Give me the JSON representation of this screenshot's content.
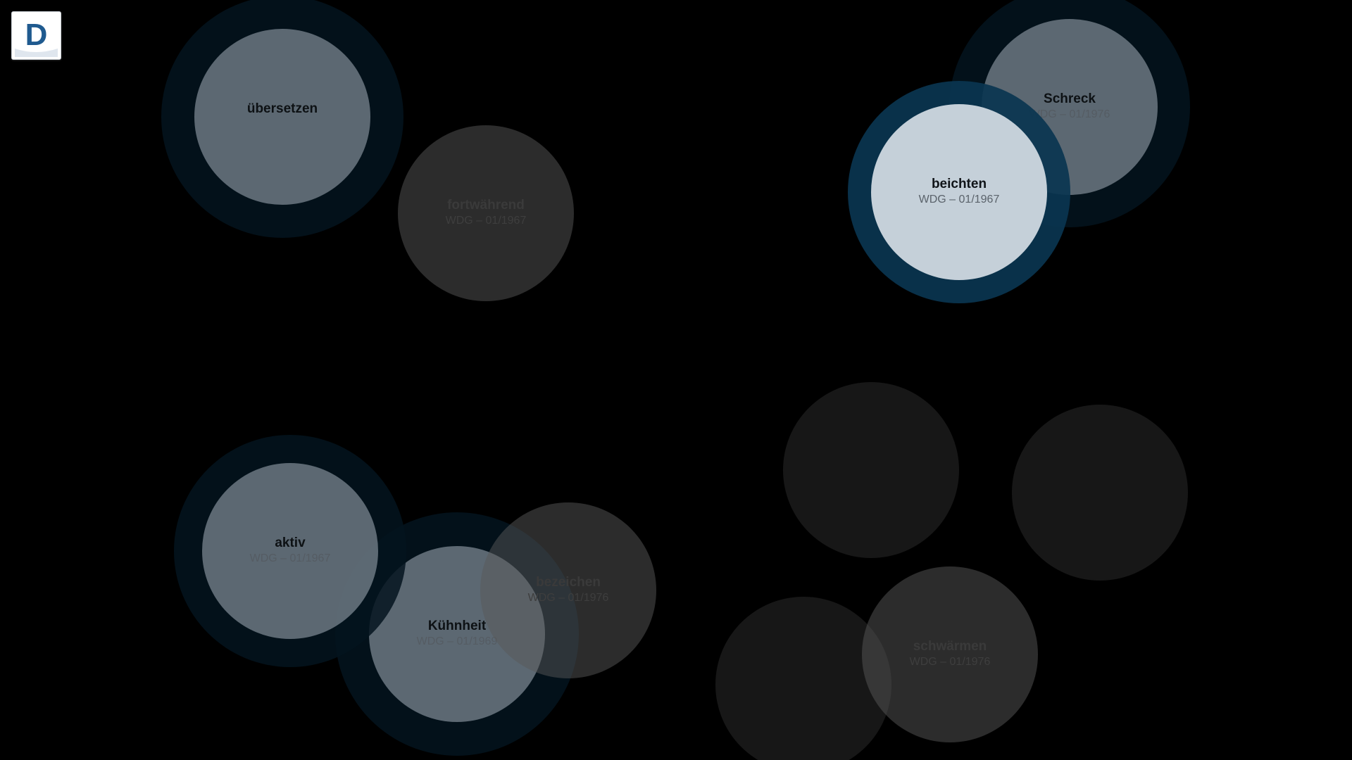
{
  "logo": {
    "letter": "D",
    "icon": "dwds-logo-icon",
    "colors": {
      "letter": "#1f5a8f",
      "background": "#ffffff"
    }
  },
  "colors": {
    "background": "#000000",
    "ring_selected": "#0a3550",
    "ring_dim": "#03141f"
  },
  "bubbles": [
    {
      "id": "uebersetzen",
      "word": "übersetzen",
      "meta": "",
      "state": "ringed"
    },
    {
      "id": "fortwaehrend",
      "word": "fortwährend",
      "meta": "WDG – 01/1967",
      "state": "dim"
    },
    {
      "id": "schreck",
      "word": "Schreck",
      "meta": "WDG – 01/1976",
      "state": "ringed"
    },
    {
      "id": "beichten",
      "word": "beichten",
      "meta": "WDG – 01/1967",
      "state": "selected"
    },
    {
      "id": "aktiv",
      "word": "aktiv",
      "meta": "WDG – 01/1967",
      "state": "ringed"
    },
    {
      "id": "kuehnheit",
      "word": "Kühnheit",
      "meta": "WDG – 01/1969",
      "state": "ringed"
    },
    {
      "id": "bubble-7",
      "word": "bezeichen",
      "meta": "WDG – 01/1976",
      "state": "dim"
    },
    {
      "id": "bubble-8",
      "word": "",
      "meta": "",
      "state": "faded"
    },
    {
      "id": "bubble-9",
      "word": "",
      "meta": "",
      "state": "faded"
    },
    {
      "id": "bubble-10",
      "word": "",
      "meta": "",
      "state": "faded"
    },
    {
      "id": "schwaermen",
      "word": "schwärmen",
      "meta": "WDG – 01/1976",
      "state": "dim"
    }
  ]
}
